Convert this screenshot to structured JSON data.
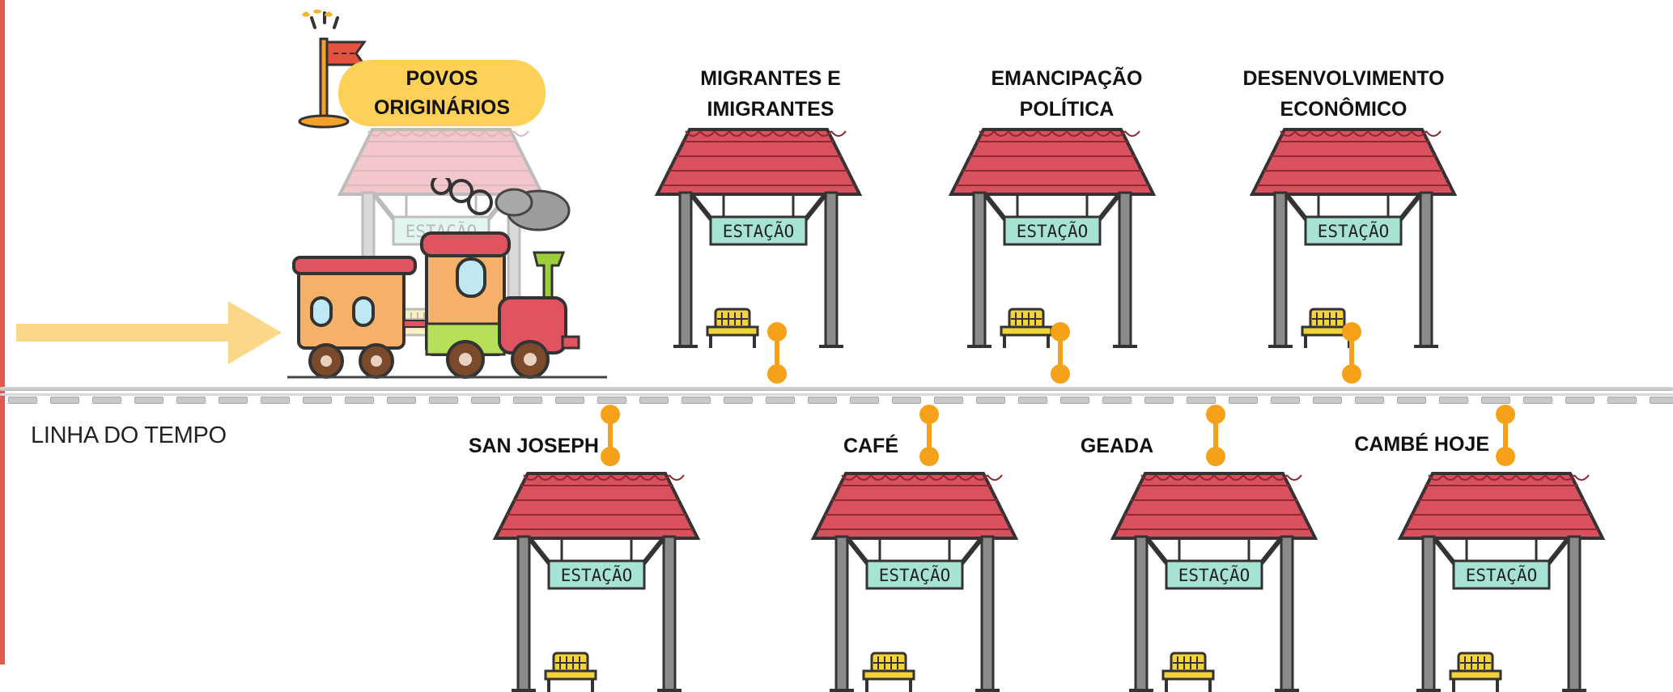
{
  "timeline_label": "LINHA DO TEMPO",
  "start_label": "POVOS ORIGINÁRIOS",
  "station_sign_text": "ESTAÇÃO",
  "colors": {
    "accent_bar": "#e25a4f",
    "connector": "#f5a21a",
    "badge": "#fdd057",
    "arrow": "#fbd78a",
    "roof": "#d9505e",
    "sign": "#a7e3d4"
  },
  "stations_top": [
    {
      "label_line1": "MIGRANTES E",
      "label_line2": "IMIGRANTES"
    },
    {
      "label_line1": "EMANCIPAÇÃO",
      "label_line2": "POLÍTICA"
    },
    {
      "label_line1": "DESENVOLVIMENTO",
      "label_line2": "ECONÔMICO"
    }
  ],
  "stations_bottom": [
    {
      "label": "SAN JOSEPH"
    },
    {
      "label": "CAFÉ"
    },
    {
      "label": "GEADA"
    },
    {
      "label": "CAMBÉ HOJE"
    }
  ],
  "icons": [
    "flag-icon",
    "arrow-right-icon",
    "train-icon",
    "station-icon",
    "bench-icon"
  ]
}
